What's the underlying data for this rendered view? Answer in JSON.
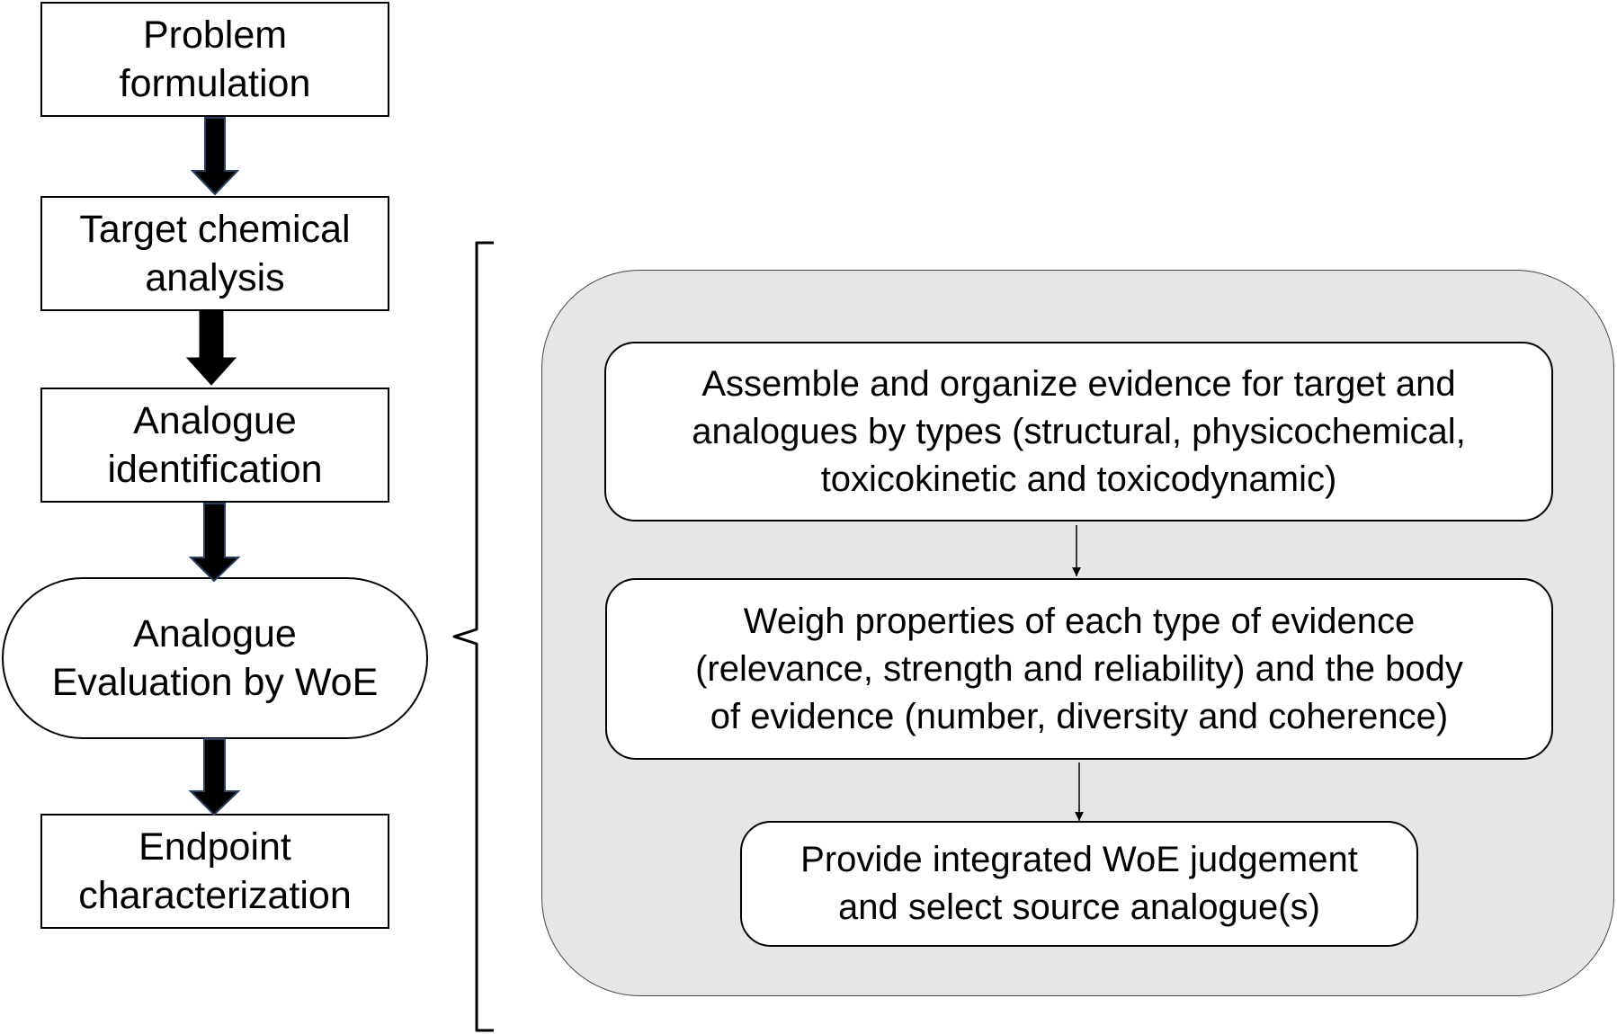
{
  "flow_steps": [
    {
      "id": "problem-formulation",
      "lines": [
        "Problem",
        "formulation"
      ]
    },
    {
      "id": "target-chemical-analysis",
      "lines": [
        "Target chemical",
        "analysis"
      ]
    },
    {
      "id": "analogue-identification",
      "lines": [
        "Analogue",
        "identification"
      ]
    },
    {
      "id": "analogue-evaluation",
      "lines": [
        "Analogue",
        "Evaluation by WoE"
      ]
    },
    {
      "id": "endpoint-characterization",
      "lines": [
        "Endpoint",
        "characterization"
      ]
    }
  ],
  "woe_steps": [
    {
      "id": "assemble-evidence",
      "lines": [
        "Assemble and organize evidence for target and",
        "analogues by types (structural, physicochemical,",
        "toxicokinetic and toxicodynamic)"
      ]
    },
    {
      "id": "weigh-properties",
      "lines": [
        "Weigh properties of each type of evidence",
        "(relevance, strength and reliability) and the body",
        "of evidence (number, diversity and coherence)"
      ]
    },
    {
      "id": "integrated-judgement",
      "lines": [
        "Provide integrated WoE judgement",
        "and select source analogue(s)"
      ]
    }
  ],
  "colors": {
    "arrow_fill": "#000000",
    "arrow_outline": "#2b3f63",
    "panel_fill": "#e6e6e6"
  }
}
